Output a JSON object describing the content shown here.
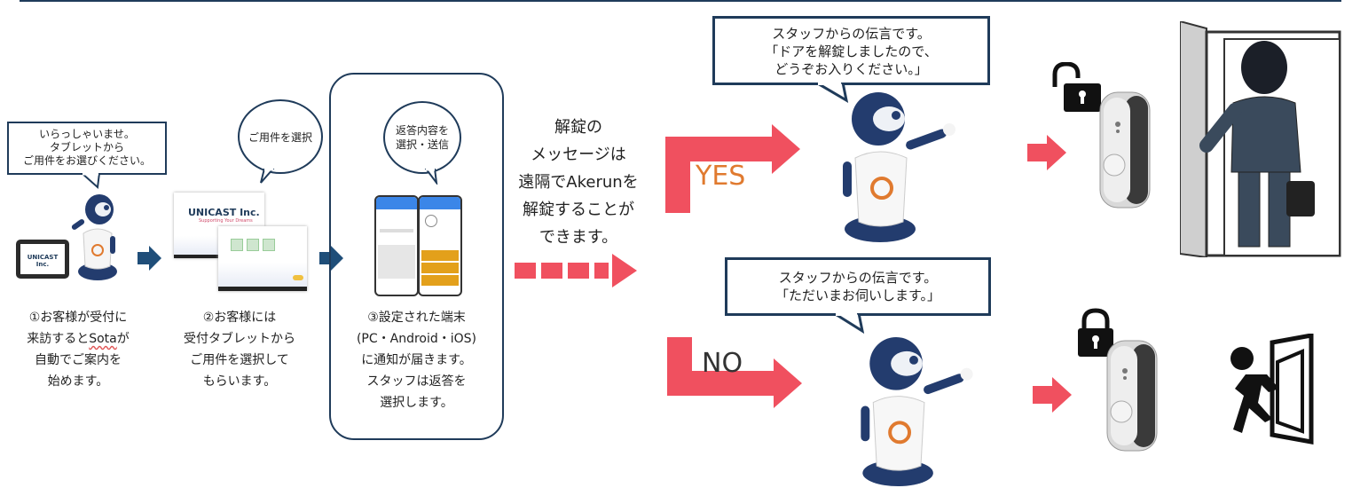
{
  "step1": {
    "bubble_lines": [
      "いらっしゃいませ。",
      "タブレットから",
      "ご用件をお選びください。"
    ],
    "tablet_brand": "UNICAST Inc.",
    "caption_lines": [
      "①お客様が受付に",
      "来訪すると",
      "Sota",
      "が",
      "自動でご案内を",
      "始めます。"
    ]
  },
  "step2": {
    "bubble": "ご用件を選択",
    "screen_title": "UNICAST Inc.",
    "screen_subtitle": "Supporting Your Dreams",
    "caption_lines": [
      "②お客様には",
      "受付タブレットから",
      "ご用件を選択して",
      "もらいます。"
    ]
  },
  "step3": {
    "bubble_lines": [
      "返答内容を",
      "選択・送信"
    ],
    "caption_lines": [
      "③設定された端末",
      "(PC・Android・iOS)",
      "に通知が届きます。",
      "スタッフは返答を",
      "選択します。"
    ]
  },
  "middle_message": [
    "解錠の",
    "メッセージは",
    "遠隔でAkerunを",
    "解錠することが",
    "できます。"
  ],
  "yes_branch": {
    "label": "YES",
    "bubble_lines": [
      "スタッフからの伝言です。",
      "「ドアを解錠しましたので、",
      "どうぞお入りください。」"
    ]
  },
  "no_branch": {
    "label": "NO",
    "bubble_lines": [
      "スタッフからの伝言です。",
      "「ただいまお伺いします。」"
    ]
  },
  "colors": {
    "navy": "#1f3b5a",
    "arrow_blue": "#1f4e79",
    "arrow_red": "#f0505f",
    "yes_orange": "#e07a2f",
    "robot_blue": "#233c6e"
  },
  "icons": [
    "robot-icon",
    "tablet-icon",
    "smartphone-icon",
    "padlock-open-icon",
    "padlock-closed-icon",
    "smart-lock-icon",
    "door-person-icon",
    "no-entry-person-icon"
  ]
}
